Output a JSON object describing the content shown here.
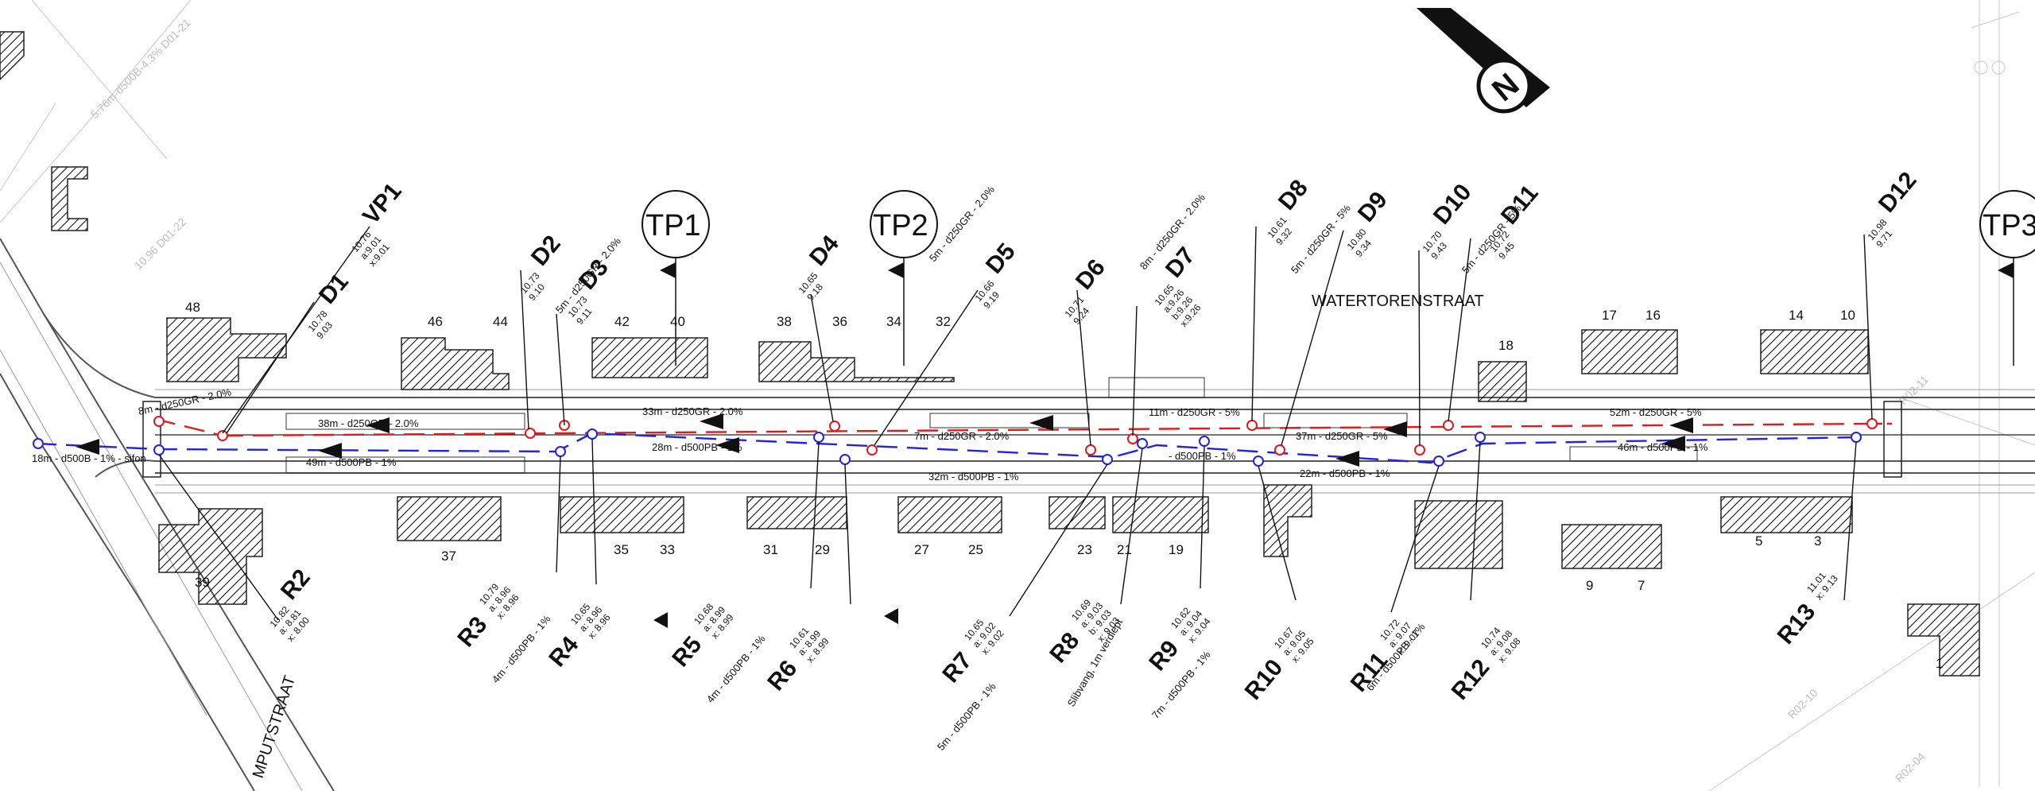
{
  "plan": {
    "street_name": "WATERTORENSTRAAT",
    "cross_street": "MPUTSTRAAT",
    "north_label": "N",
    "test_pits": [
      "TP1",
      "TP2",
      "TP3"
    ],
    "house_numbers_north": [
      "48",
      "46",
      "44",
      "42",
      "40",
      "38",
      "36",
      "34",
      "32",
      "18",
      "17",
      "16",
      "14",
      "10"
    ],
    "house_numbers_south": [
      "39",
      "37",
      "35",
      "33",
      "31",
      "29",
      "27",
      "25",
      "23",
      "21",
      "19",
      "9",
      "7",
      "5",
      "3",
      "1"
    ],
    "segments": {
      "s1": "8m - d250GR - 2.0%",
      "s2": "38m - d250GR - 2.0%",
      "s3": "33m - d250GR - 2.0%",
      "s4": "7m - d250GR - 2.0%",
      "s5": "11m - d250GR - 5%",
      "s6": "37m - d250GR - 5%",
      "s7": "52m - d250GR - 5%",
      "s8": "18m - d500B - 1% - sifon",
      "s9": "49m - d500PB - 1%",
      "s10": "28m - d500PB - 1%",
      "s11": "32m - d500PB - 1%",
      "s12": "- d500PB - 1%",
      "s13": "22m - d500PB - 1%",
      "s14": "46m - d500PB - 1%"
    },
    "nodes": {
      "VP1": {
        "name": "VP1",
        "v1": "10.76",
        "v2": "a:9.01",
        "v3": "x:9.01"
      },
      "D1": {
        "name": "D1",
        "v1": "10.78",
        "v2": "9.03"
      },
      "D2": {
        "name": "D2",
        "v1": "10.73",
        "v2": "9.10"
      },
      "D3": {
        "name": "D3",
        "v1": "10.73",
        "v2": "9.11"
      },
      "D4": {
        "name": "D4",
        "v1": "10.65",
        "v2": "9.18"
      },
      "D5": {
        "name": "D5",
        "v1": "10.66",
        "v2": "9.19"
      },
      "D6": {
        "name": "D6",
        "v1": "10.71",
        "v2": "9.24"
      },
      "D7": {
        "name": "D7",
        "v1": "10.65",
        "v2": "a:9.26",
        "v3": "b:9.26",
        "v4": "x:9.26"
      },
      "D8": {
        "name": "D8",
        "v1": "10.61",
        "v2": "9.32"
      },
      "D9": {
        "name": "D9",
        "v1": "10.80",
        "v2": "9.34"
      },
      "D10": {
        "name": "D10",
        "v1": "10.70",
        "v2": "9.43"
      },
      "D11": {
        "name": "D11",
        "v1": "10.72",
        "v2": "9.45"
      },
      "D12": {
        "name": "D12",
        "v1": "10.98",
        "v2": "9.71"
      },
      "R2": {
        "name": "R2",
        "v1": "10.82",
        "v2": "a: 8.81",
        "v3": "x: 8.00"
      },
      "R3": {
        "name": "R3",
        "v1": "10.79",
        "v2": "a: 8.96",
        "v3": "x: 8.96"
      },
      "R4": {
        "name": "R4",
        "v1": "10.65",
        "v2": "a: 8.96",
        "v3": "x: 8.96"
      },
      "R5": {
        "name": "R5",
        "v1": "10.68",
        "v2": "a: 8.99",
        "v3": "x: 8.99"
      },
      "R6": {
        "name": "R6",
        "v1": "10.61",
        "v2": "a: 8.99",
        "v3": "x: 8.99"
      },
      "R7": {
        "name": "R7",
        "v1": "10.65",
        "v2": "a: 9.02",
        "v3": "x: 9.02"
      },
      "R8": {
        "name": "R8",
        "v1": "10.69",
        "v2": "a: 9.03",
        "v3": "b: 9.03",
        "v4": "x: 9.03"
      },
      "R9": {
        "name": "R9",
        "v1": "10.62",
        "v2": "a: 9.04",
        "v3": "x: 9.04"
      },
      "R10": {
        "name": "R10",
        "v1": "10.67",
        "v2": "a: 9.05",
        "v3": "x: 9.05"
      },
      "R11": {
        "name": "R11",
        "v1": "10.72",
        "v2": "a: 9.07",
        "v3": "x: 9.07"
      },
      "R12": {
        "name": "R12",
        "v1": "10.74",
        "v2": "a: 9.08",
        "v3": "x: 9.08"
      },
      "R13": {
        "name": "R13",
        "v1": "11.01",
        "v2": "x: 9.13"
      }
    },
    "connections": {
      "c_d3": "5m - d250GR - 2.0%",
      "c_d5": "5m - d250GR - 2.0%",
      "c_d7": "8m - d250GR - 2.0%",
      "c_d9": "5m - d250GR - 5%",
      "c_d11": "5m - d250GR - 5%",
      "c_r3": "4m - d500PB - 1%",
      "c_r5": "4m - d500PB - 1%",
      "c_r7": "5m - d500PB - 1%",
      "c_r8": "Slibvang, 1m verdiept",
      "c_r9": "7m - d500PB - 1%",
      "c_r11": "6m - d500PB - 1%"
    },
    "faint_labels": {
      "d0121": "5.76m-d500B-4.3%  D01-21",
      "d0122": "10.96  D01-22",
      "r0211": "R02-11",
      "r0210": "R02-10",
      "r0204": "R02-04"
    },
    "colors": {
      "dwa_red": "#e0191d",
      "rwa_blue": "#2222e6",
      "line_dark": "#222222"
    }
  }
}
